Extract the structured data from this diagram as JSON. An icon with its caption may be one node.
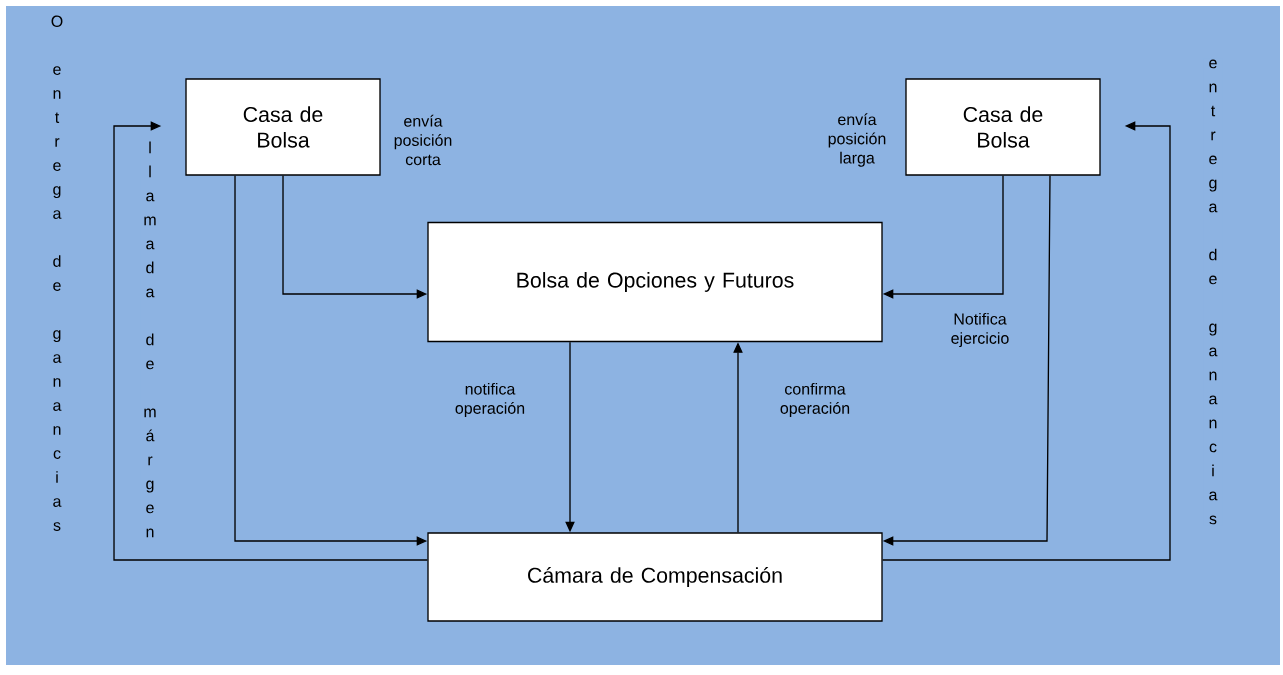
{
  "diagram": {
    "nodes": [
      {
        "text": [
          "Casa de Bolsa"
        ],
        "beside": [
          "envía posición corta"
        ]
      },
      {
        "text": [
          "Casa de Bolsa"
        ],
        "beside": [
          "envía posición larga"
        ]
      },
      {
        "text": [
          "Bolsa de Opciones y Futuros"
        ]
      },
      {
        "text": [
          "Cámara de Compensación"
        ]
      }
    ],
    "edges": [
      {
        "from": 0,
        "to": 2,
        "arrow": "to"
      },
      {
        "from": 0,
        "to": 3,
        "arrow": "to"
      },
      {
        "from": 3,
        "to": 0,
        "arrow": "to",
        "label": "llamada de márgen"
      },
      {
        "from": 1,
        "to": 2,
        "arrow": "to",
        "label": "Notifica ejercicio"
      },
      {
        "from": 1,
        "to": 3,
        "arrow": "to"
      },
      {
        "from": 3,
        "to": 1,
        "arrow": "to",
        "label": "entrega de ganancias"
      },
      {
        "from": 2,
        "to": 3,
        "arrow": "to",
        "label": "notifica operación"
      },
      {
        "from": 3,
        "to": 2,
        "arrow": "to",
        "label": "confirma operación"
      }
    ],
    "labels": [
      "O entrega de ganancias"
    ]
  }
}
